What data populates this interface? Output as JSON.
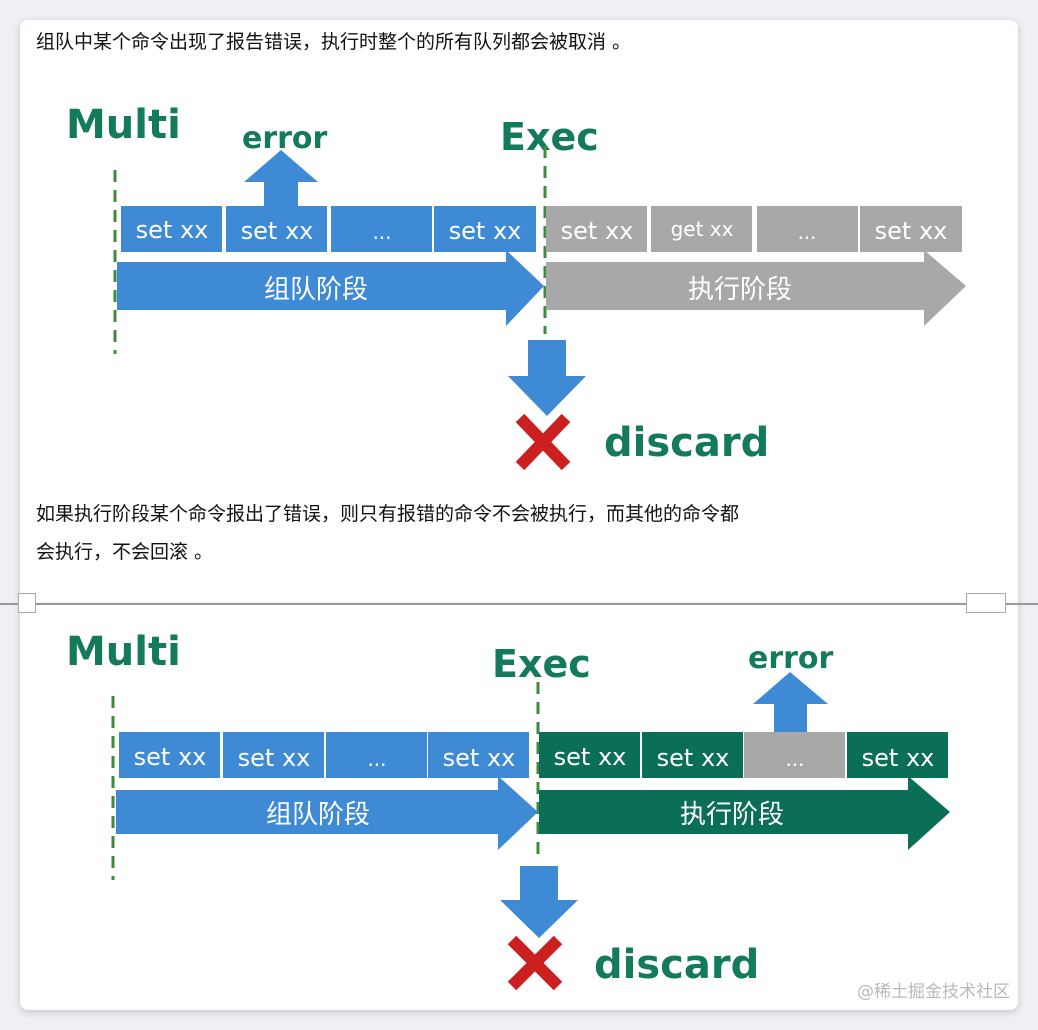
{
  "top": {
    "paragraph": "组队中某个命令出现了报告错误，执行时整个的所有队列都会被取消 。",
    "multi_label": "Multi",
    "exec_label": "Exec",
    "error_label": "error",
    "discard_label": "discard",
    "queue_stage_label": "组队阶段",
    "exec_stage_label": "执行阶段",
    "queue_cmds": [
      "set xx",
      "set xx",
      "...",
      "set xx"
    ],
    "exec_cmds": [
      "set xx",
      "get xx",
      "...",
      "set xx"
    ]
  },
  "middle_paragraph_line1": "如果执行阶段某个命令报出了错误，则只有报错的命令不会被执行，而其他的命令都",
  "middle_paragraph_line2": "会执行，不会回滚 。",
  "bottom": {
    "multi_label": "Multi",
    "exec_label": "Exec",
    "error_label": "error",
    "discard_label": "discard",
    "queue_stage_label": "组队阶段",
    "exec_stage_label": "执行阶段",
    "queue_cmds": [
      "set xx",
      "set xx",
      "...",
      "set xx"
    ],
    "exec_cmds": [
      "set xx",
      "set xx",
      "...",
      "set xx"
    ]
  },
  "watermark": "@稀土掘金技术社区",
  "colors": {
    "blue": "#3f8ad4",
    "gray": "#a8a8a8",
    "dark_green": "#0b6e57",
    "label_green": "#137a5b",
    "red": "#cc1f1f"
  }
}
